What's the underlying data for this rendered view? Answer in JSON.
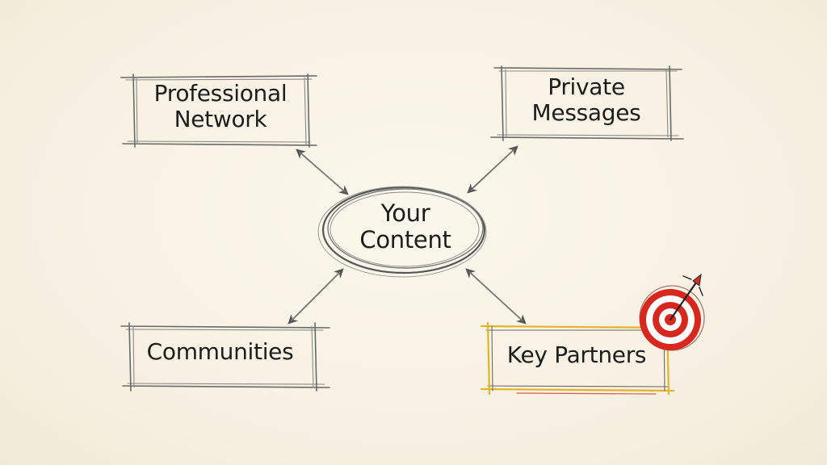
{
  "diagram": {
    "nodes": {
      "professional_network": {
        "line1": "Professional",
        "line2": "Network"
      },
      "private_messages": {
        "line1": "Private",
        "line2": "Messages"
      },
      "your_content": {
        "line1": "Your",
        "line2": "Content"
      },
      "communities": {
        "label": "Communities"
      },
      "key_partners": {
        "label": "Key Partners"
      }
    },
    "edges": [
      {
        "from": "Professional Network",
        "to": "Your Content",
        "direction": "both"
      },
      {
        "from": "Private Messages",
        "to": "Your Content",
        "direction": "both"
      },
      {
        "from": "Communities",
        "to": "Your Content",
        "direction": "both"
      },
      {
        "from": "Key Partners",
        "to": "Your Content",
        "direction": "both"
      }
    ],
    "icons": [
      "target-icon"
    ],
    "colors": {
      "background": "#f8f3e6",
      "sketch_line": "#5a5a5a",
      "highlight_box": "#e0b52a",
      "target_red": "#d6281f"
    }
  }
}
